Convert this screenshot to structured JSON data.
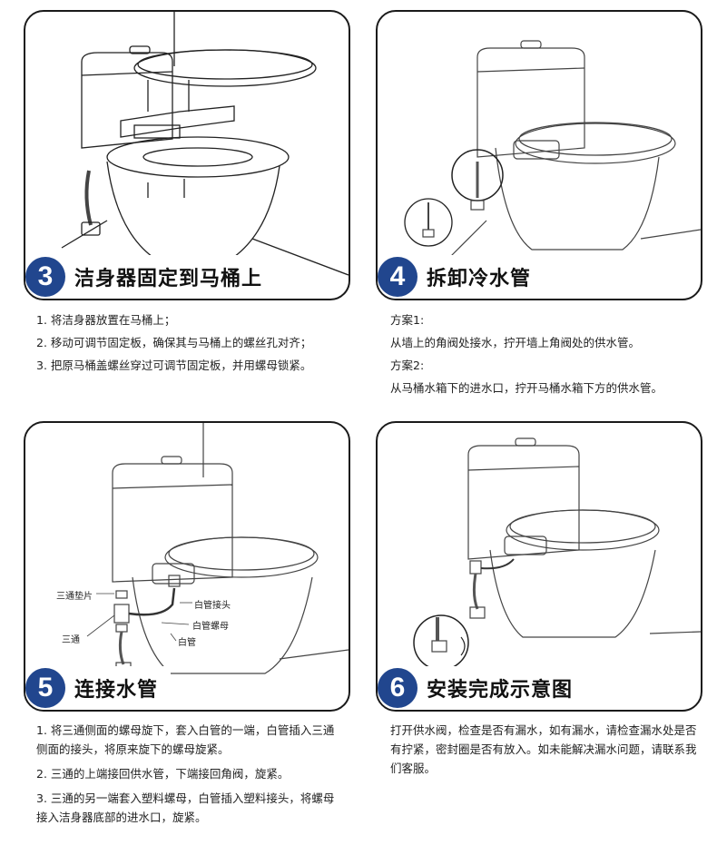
{
  "steps": [
    {
      "number": "3",
      "title": "洁身器固定到马桶上",
      "lines": [
        "1. 将洁身器放置在马桶上；",
        "2. 移动可调节固定板，确保其与马桶上的螺丝孔对齐；",
        "3. 把原马桶盖螺丝穿过可调节固定板，并用螺母锁紧。"
      ]
    },
    {
      "number": "4",
      "title": "拆卸冷水管",
      "lines": [
        "方案1:",
        "从墙上的角阀处接水，拧开墙上角阀处的供水管。",
        "方案2:",
        "从马桶水箱下的进水口，拧开马桶水箱下方的供水管。"
      ]
    },
    {
      "number": "5",
      "title": "连接水管",
      "callouts": [
        "三通垫片",
        "三通",
        "白管接头",
        "白管螺母",
        "白管"
      ],
      "lines": [
        "1. 将三通侧面的螺母旋下，套入白管的一端，白管插入三通侧面的接头，将原来旋下的螺母旋紧。",
        "2. 三通的上端接回供水管，下端接回角阀，旋紧。",
        "3. 三通的另一端套入塑料螺母，白管插入塑料接头，将螺母接入洁身器底部的进水口，旋紧。"
      ]
    },
    {
      "number": "6",
      "title": "安装完成示意图",
      "lines": [
        "打开供水阀，检查是否有漏水，如有漏水，请检查漏水处是否有拧紧，密封圈是否有放入。如未能解决漏水问题，请联系我们客服。"
      ]
    }
  ],
  "colors": {
    "badge": "#21468e",
    "border": "#1a1a1a"
  }
}
